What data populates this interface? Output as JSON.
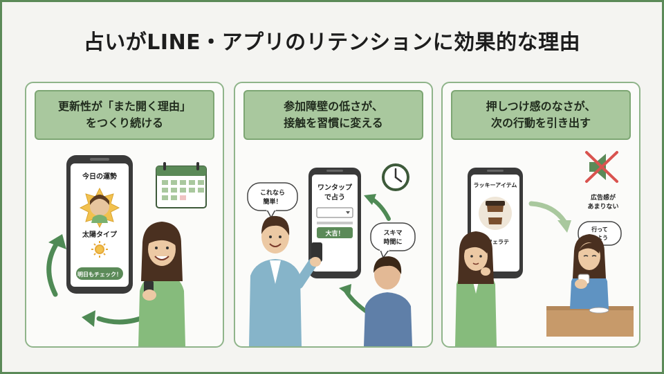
{
  "title": "占いがLINE・アプリのリテンションに効果的な理由",
  "panels": [
    {
      "heading_line1": "更新性が「また開く理由」",
      "heading_line2": "をつくり続ける",
      "phone_title": "今日の運勢",
      "type_label": "太陽タイプ",
      "button_label": "明日もチェック！",
      "icons": [
        "calendar-icon",
        "sun-icon",
        "refresh-arrow-icon"
      ]
    },
    {
      "heading_line1": "参加障壁の低さが、",
      "heading_line2": "接触を習慣に変える",
      "bubble_left_line1": "これなら",
      "bubble_left_line2": "簡単！",
      "phone_title_line1": "ワンタップ",
      "phone_title_line2": "で占う",
      "result_label": "大吉！",
      "bubble_right_line1": "スキマ",
      "bubble_right_line2": "時間に",
      "icons": [
        "clock-icon",
        "dropdown-icon",
        "arrow-icon"
      ]
    },
    {
      "heading_line1": "押しつけ感のなさが、",
      "heading_line2": "次の行動を引き出す",
      "phone_title": "ラッキーアイテム",
      "item_label": "カフェラテ",
      "no_ads_line1": "広告感が",
      "no_ads_line2": "あまりない",
      "bubble_line1": "行って",
      "bubble_line2": "みよう",
      "icons": [
        "muted-speaker-icon",
        "coffee-cup-icon",
        "arrow-icon"
      ]
    }
  ],
  "colors": {
    "accent_green": "#5b8a58",
    "header_green": "#a9c89e",
    "arrow_green": "#4f8a55",
    "phone_dark": "#3a3a3a",
    "no_ads_red": "#d9534f"
  }
}
